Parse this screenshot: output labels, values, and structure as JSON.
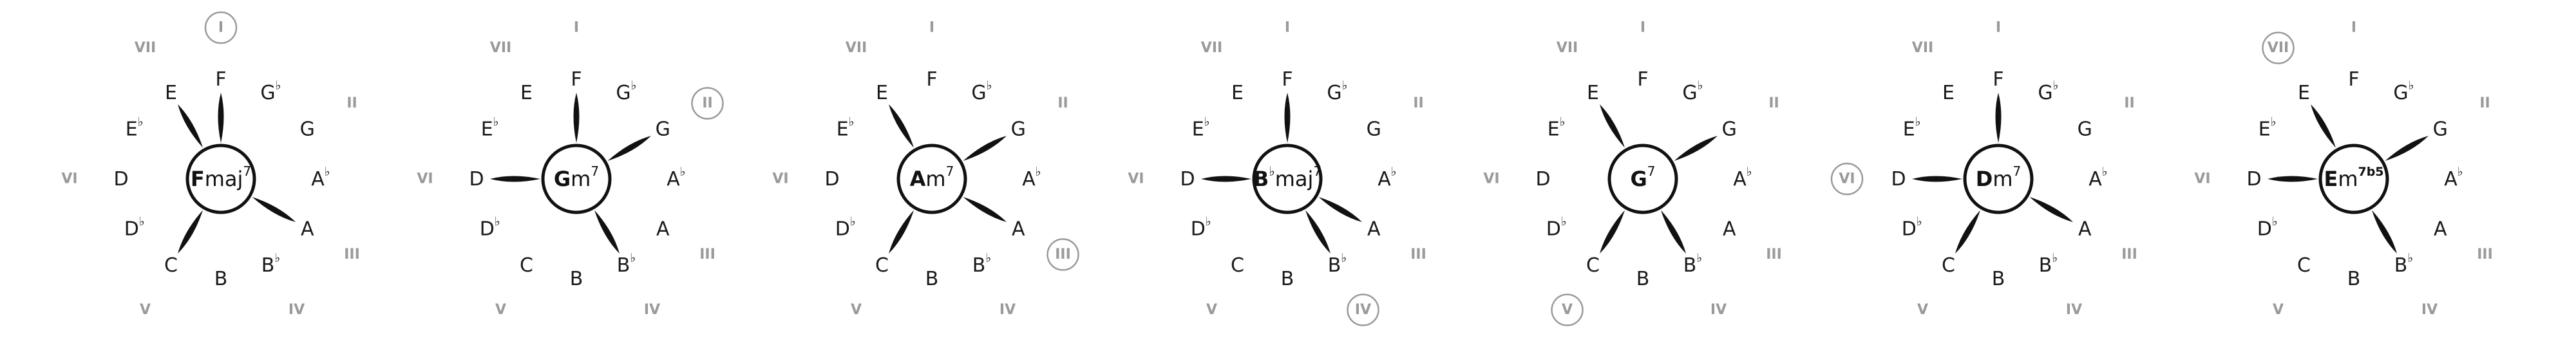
{
  "notes": [
    {
      "letter": "F",
      "accidental": ""
    },
    {
      "letter": "G",
      "accidental": "b"
    },
    {
      "letter": "G",
      "accidental": ""
    },
    {
      "letter": "A",
      "accidental": "b"
    },
    {
      "letter": "A",
      "accidental": ""
    },
    {
      "letter": "B",
      "accidental": "b"
    },
    {
      "letter": "B",
      "accidental": ""
    },
    {
      "letter": "C",
      "accidental": ""
    },
    {
      "letter": "D",
      "accidental": "b"
    },
    {
      "letter": "D",
      "accidental": ""
    },
    {
      "letter": "E",
      "accidental": "b"
    },
    {
      "letter": "E",
      "accidental": ""
    }
  ],
  "romans": [
    {
      "label": "I",
      "note_index": 0
    },
    {
      "label": "II",
      "note_index": 2
    },
    {
      "label": "III",
      "note_index": 4
    },
    {
      "label": "IV",
      "note_index": 5
    },
    {
      "label": "V",
      "note_index": 7
    },
    {
      "label": "VI",
      "note_index": 9
    },
    {
      "label": "VII",
      "note_index": 11
    }
  ],
  "colors": {
    "ink": "#111111",
    "roman_gray": "#9a9a9a",
    "background": "#ffffff"
  },
  "chords": [
    {
      "root": "F",
      "root_accidental": "",
      "quality": "maj",
      "extension": "7",
      "roman_circled": "I",
      "spokes": [
        0,
        4,
        7,
        11
      ]
    },
    {
      "root": "G",
      "root_accidental": "",
      "quality": "m",
      "extension": "7",
      "roman_circled": "II",
      "spokes": [
        0,
        2,
        5,
        9
      ]
    },
    {
      "root": "A",
      "root_accidental": "",
      "quality": "m",
      "extension": "7",
      "roman_circled": "III",
      "spokes": [
        2,
        4,
        7,
        11
      ]
    },
    {
      "root": "B",
      "root_accidental": "b",
      "quality": "maj",
      "extension": "7",
      "roman_circled": "IV",
      "spokes": [
        0,
        4,
        5,
        9
      ]
    },
    {
      "root": "G",
      "root_accidental": "",
      "quality": "",
      "extension": "7",
      "roman_circled": "V",
      "spokes": [
        2,
        5,
        7,
        11
      ]
    },
    {
      "root": "D",
      "root_accidental": "",
      "quality": "m",
      "extension": "7",
      "roman_circled": "VI",
      "spokes": [
        0,
        4,
        7,
        9
      ]
    },
    {
      "root": "E",
      "root_accidental": "",
      "quality": "m",
      "extension": "7b5",
      "roman_circled": "VII",
      "spokes": [
        2,
        5,
        9,
        11
      ]
    }
  ]
}
